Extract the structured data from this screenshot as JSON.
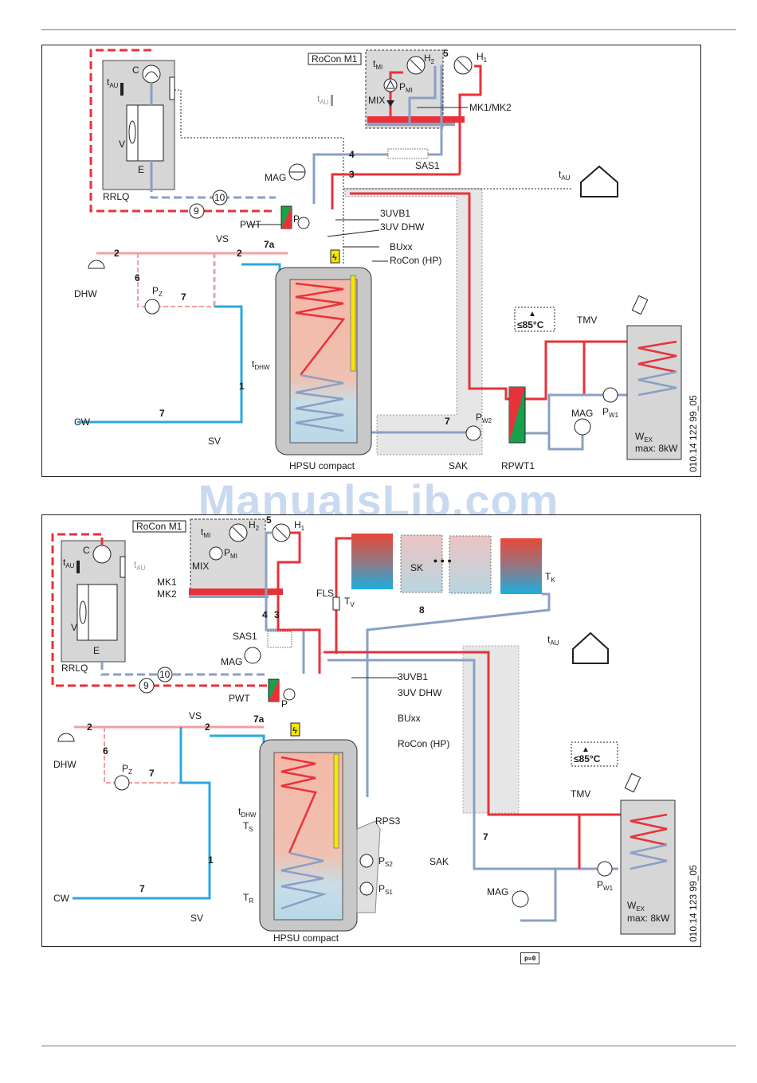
{
  "watermark": "ManualsLib.com",
  "page_marker": "p=0",
  "colors": {
    "hot": "#e8323a",
    "hot_light": "#f0a0a4",
    "return": "#7f9cc6",
    "cold_water": "#2aa8e0",
    "tank_gray": "#c8c8c8",
    "module_gray": "#d8d8d8",
    "warning_yellow": "#f5e800",
    "hx_green": "#19a04a"
  },
  "diagram1": {
    "drawing_id": "010.14 122 99_05",
    "labels": {
      "rocon_m1": "RoCon M1",
      "c": "C",
      "t_au": "t",
      "t_au_sub": "AU",
      "v": "V",
      "e": "E",
      "rrlq": "RRLQ",
      "t_mi": "t",
      "t_mi_sub": "MI",
      "h2": "H",
      "h2_sub": "2",
      "h1": "H",
      "h1_sub": "1",
      "p_mi": "P",
      "p_mi_sub": "MI",
      "mix": "MIX",
      "mk": "MK1/MK2",
      "sas1": "SAS1",
      "mag": "MAG",
      "pwt": "PWT",
      "p": "P",
      "vs": "VS",
      "uvb1": "3UVB1",
      "uvdhw": "3UV DHW",
      "buxx": "BUxx",
      "rocon_hp": "RoCon (HP)",
      "dhw": "DHW",
      "pz": "P",
      "pz_sub": "Z",
      "t_dhw": "t",
      "t_dhw_sub": "DHW",
      "cw": "CW",
      "sv": "SV",
      "hpsu": "HPSU compact",
      "sak": "SAK",
      "rpwt1": "RPWT1",
      "pw2": "P",
      "pw2_sub": "W2",
      "pw1": "P",
      "pw1_sub": "W1",
      "mag2": "MAG",
      "tmv": "TMV",
      "limit": "≤85°C",
      "wex": "W",
      "wex_sub": "EX",
      "wex_max": "max: 8kW",
      "n1": "1",
      "n2": "2",
      "n3": "3",
      "n4": "4",
      "n5": "5",
      "n6": "6",
      "n7": "7",
      "n7a": "7a",
      "n9": "9",
      "n10": "10"
    }
  },
  "diagram2": {
    "drawing_id": "010.14 123 99_05",
    "labels": {
      "rocon_m1": "RoCon M1",
      "c": "C",
      "t_au": "t",
      "t_au_sub": "AU",
      "v": "V",
      "e": "E",
      "rrlq": "RRLQ",
      "t_mi": "t",
      "t_mi_sub": "MI",
      "h2": "H",
      "h2_sub": "2",
      "h1": "H",
      "h1_sub": "1",
      "p_mi": "P",
      "p_mi_sub": "MI",
      "mix": "MIX",
      "mk1": "MK1",
      "mk2": "MK2",
      "sas1": "SAS1",
      "mag": "MAG",
      "pwt": "PWT",
      "p": "P",
      "vs": "VS",
      "fls": "FLS",
      "tv": "T",
      "tv_sub": "V",
      "sk": "SK",
      "tk": "T",
      "tk_sub": "K",
      "uvb1": "3UVB1",
      "uvdhw": "3UV DHW",
      "buxx": "BUxx",
      "rocon_hp": "RoCon (HP)",
      "dhw": "DHW",
      "pz": "P",
      "pz_sub": "Z",
      "t_dhw": "t",
      "t_dhw_sub": "DHW",
      "ts": "T",
      "ts_sub": "S",
      "tr": "T",
      "tr_sub": "R",
      "rps3": "RPS3",
      "ps2": "P",
      "ps2_sub": "S2",
      "ps1": "P",
      "ps1_sub": "S1",
      "cw": "CW",
      "sv": "SV",
      "hpsu": "HPSU compact",
      "sak": "SAK",
      "mag2": "MAG",
      "pw1": "P",
      "pw1_sub": "W1",
      "tmv": "TMV",
      "limit": "≤85°C",
      "wex": "W",
      "wex_sub": "EX",
      "wex_max": "max: 8kW",
      "n1": "1",
      "n2": "2",
      "n3": "3",
      "n4": "4",
      "n5": "5",
      "n6": "6",
      "n7": "7",
      "n7a": "7a",
      "n8": "8",
      "n9": "9",
      "n10": "10"
    }
  }
}
